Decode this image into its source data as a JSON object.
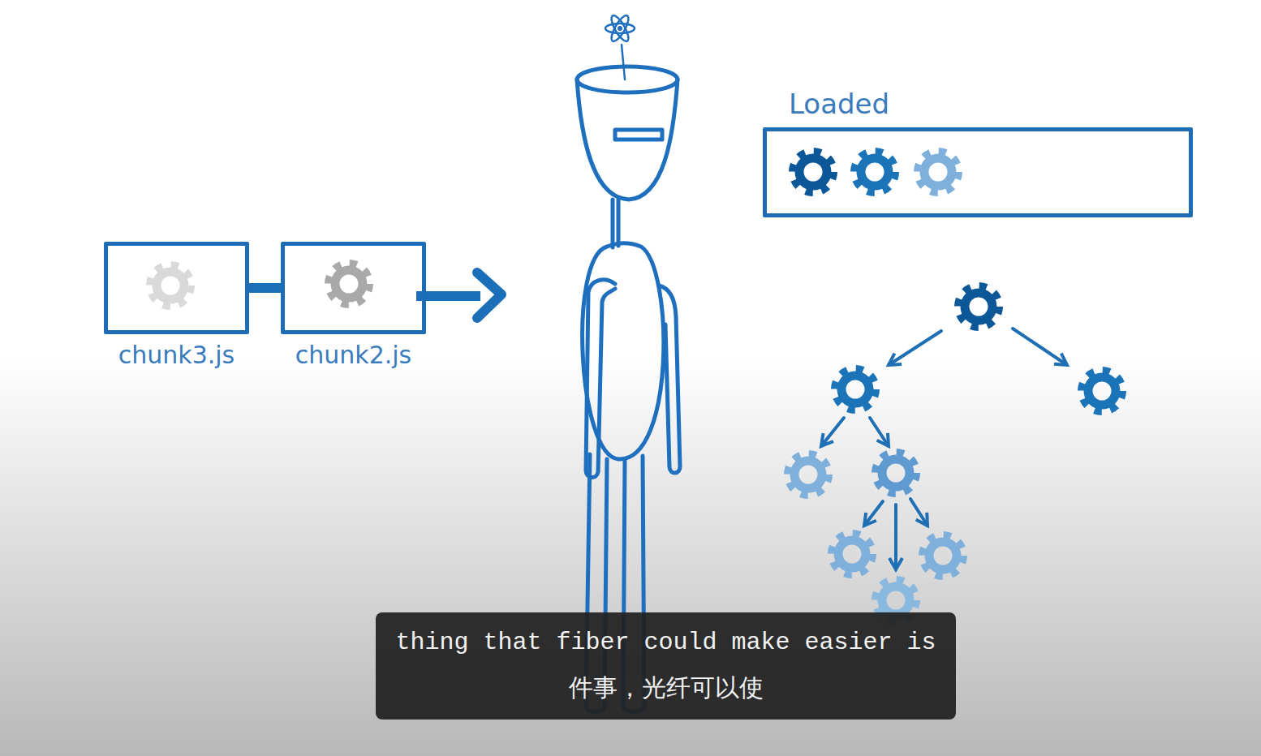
{
  "diagram": {
    "nodes": [
      {
        "text": [
          "chunk3.js"
        ]
      },
      {
        "text": [
          "chunk2.js"
        ]
      },
      {
        "text": [
          "Loaded"
        ]
      },
      {
        "text": [
          "thing that fiber could make easier is",
          "件事，光纤可以使"
        ]
      }
    ],
    "edges": [
      {
        "from": 0,
        "to": 1,
        "arrow": "none"
      }
    ]
  }
}
